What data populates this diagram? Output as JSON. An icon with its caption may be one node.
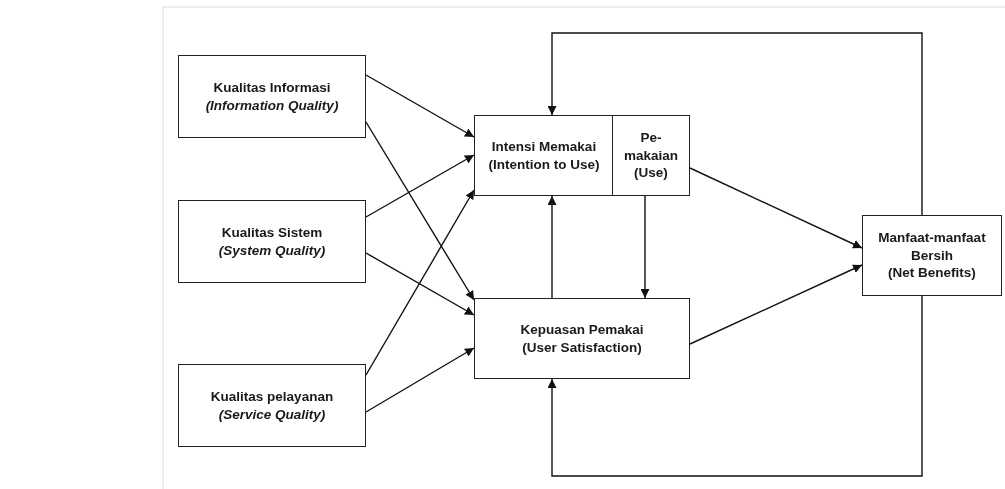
{
  "diagram": {
    "nodes": [
      {
        "text": [
          "Kualitas Informasi",
          "(Information Quality)"
        ]
      },
      {
        "text": [
          "Kualitas Sistem",
          "(System Quality)"
        ]
      },
      {
        "text": [
          "Kualitas pelayanan",
          "(Service Quality)"
        ]
      },
      {
        "text": [
          "Intensi Memakai",
          "(Intention to Use)"
        ]
      },
      {
        "text": [
          "Pe- makaian",
          "(Use)"
        ]
      },
      {
        "text": [
          "Kepuasan Pemakai",
          "(User Satisfaction)"
        ]
      },
      {
        "text": [
          "Manfaat-manfaat Bersih",
          "(Net Benefits)"
        ]
      }
    ],
    "edges": [
      {
        "from": 0,
        "to": 3,
        "arrow": "to"
      },
      {
        "from": 0,
        "to": 5,
        "arrow": "to"
      },
      {
        "from": 1,
        "to": 3,
        "arrow": "to"
      },
      {
        "from": 1,
        "to": 5,
        "arrow": "to"
      },
      {
        "from": 2,
        "to": 3,
        "arrow": "to"
      },
      {
        "from": 2,
        "to": 5,
        "arrow": "to"
      },
      {
        "from": 5,
        "to": 3,
        "arrow": "to"
      },
      {
        "from": 4,
        "to": 5,
        "arrow": "to"
      },
      {
        "from": 4,
        "to": 6,
        "arrow": "to"
      },
      {
        "from": 5,
        "to": 6,
        "arrow": "to"
      },
      {
        "from": 6,
        "to": 3,
        "arrow": "to"
      },
      {
        "from": 6,
        "to": 5,
        "arrow": "to"
      }
    ]
  }
}
